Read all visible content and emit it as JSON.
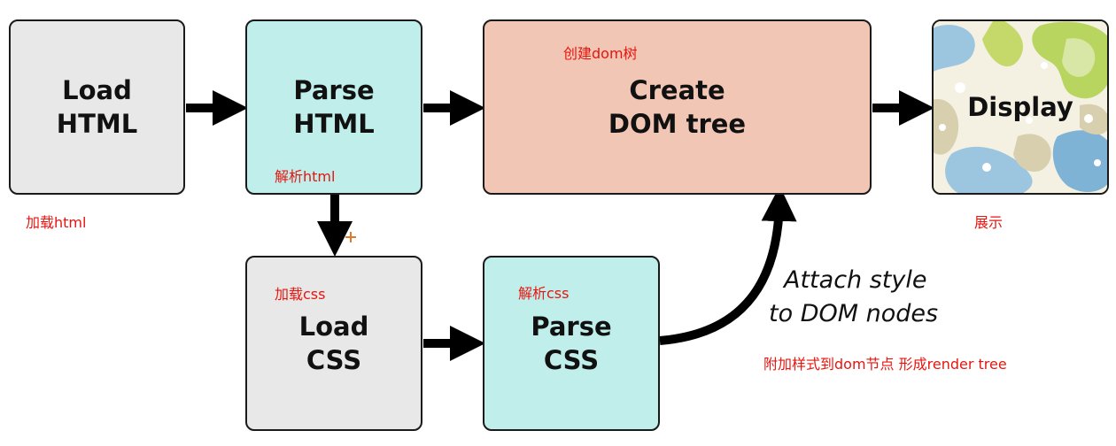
{
  "boxes": {
    "load_html": {
      "line1": "Load",
      "line2": "HTML"
    },
    "parse_html": {
      "line1": "Parse",
      "line2": "HTML"
    },
    "create_dom": {
      "line1": "Create",
      "line2": "DOM tree"
    },
    "display": {
      "line1": "Display"
    },
    "load_css": {
      "line1": "Load",
      "line2": "CSS"
    },
    "parse_css": {
      "line1": "Parse",
      "line2": "CSS"
    }
  },
  "annotations": {
    "load_html": "加载html",
    "parse_html": "解析html",
    "create_dom": "创建dom树",
    "display": "展示",
    "load_css": "加载css",
    "parse_css": "解析css",
    "attach": "附加样式到dom节点 形成render tree"
  },
  "attach_label": {
    "line1": "Attach style",
    "line2": "to DOM nodes"
  },
  "colors": {
    "gray": "#e8e8e8",
    "teal": "#bfeeeb",
    "salmon": "#f2c6b4",
    "annotation": "#e8150f"
  }
}
